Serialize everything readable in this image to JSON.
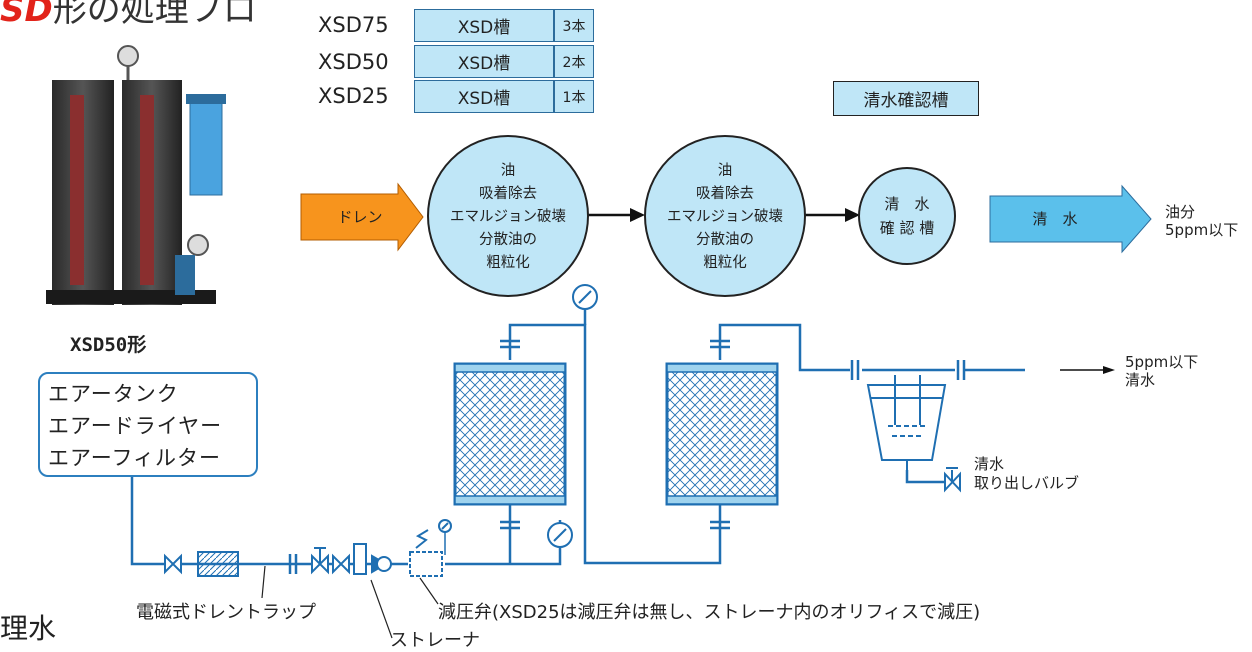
{
  "title": {
    "brand": "SD",
    "suffix": "形の処理フロ"
  },
  "models": [
    {
      "name": "XSD75",
      "tank": "XSD槽",
      "count": "3本"
    },
    {
      "name": "XSD50",
      "tank": "XSD槽",
      "count": "2本"
    },
    {
      "name": "XSD25",
      "tank": "XSD槽",
      "count": "1本"
    }
  ],
  "confirm_tank_label": "清水確認槽",
  "flow": {
    "input_label": "ドレン",
    "stage_lines": [
      "油",
      "吸着除去",
      "エマルジョン破壊",
      "分散油の",
      "粗粒化"
    ],
    "confirm_lines": [
      "清　水",
      "確 認 槽"
    ],
    "output_label": "清　水",
    "result_lines": [
      "油分",
      "5ppm以下"
    ]
  },
  "photo_caption": {
    "model": "XSD50",
    "suffix": "形"
  },
  "air_sources": [
    "エアータンク",
    "エアードライヤー",
    "エアーフィルター"
  ],
  "piping": {
    "outlet_lines": [
      "5ppm以下",
      "清水"
    ],
    "valve_lines": [
      "清水",
      "取り出しバルブ"
    ],
    "trap_label": "電磁式ドレントラップ",
    "reducer_label": "減圧弁(XSD25は減圧弁は無し、ストレーナ内のオリフィスで減圧)",
    "strainer_label": "ストレーナ",
    "cut_text": "理水"
  },
  "colors": {
    "brand": "#e2231a",
    "cell": "#bfe6f7",
    "pipe": "#1f6fb2",
    "arrow_in": "#f7941d",
    "arrow_out": "#5bc0eb"
  }
}
